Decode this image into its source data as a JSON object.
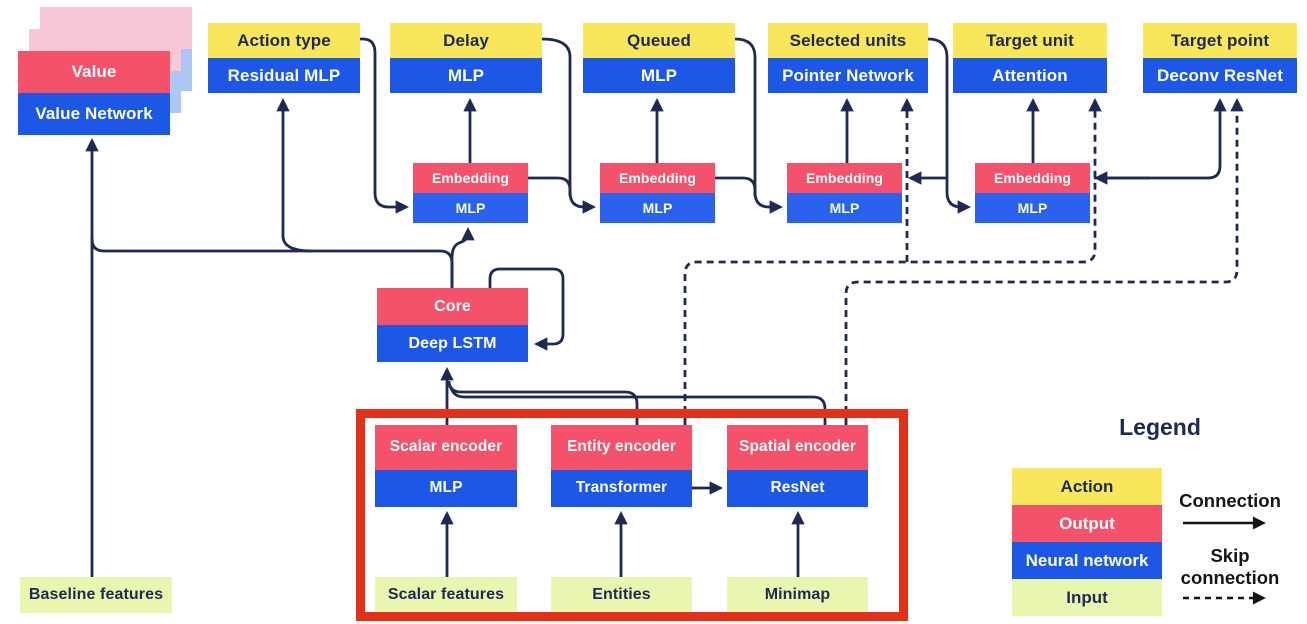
{
  "heads": [
    {
      "output": "Value",
      "network": "Value Network"
    },
    {
      "action": "Action type",
      "network": "Residual MLP"
    },
    {
      "action": "Delay",
      "network": "MLP"
    },
    {
      "action": "Queued",
      "network": "MLP"
    },
    {
      "action": "Selected units",
      "network": "Pointer Network"
    },
    {
      "action": "Target unit",
      "network": "Attention"
    },
    {
      "action": "Target point",
      "network": "Deconv ResNet"
    }
  ],
  "embeddings": [
    {
      "output": "Embedding",
      "network": "MLP"
    },
    {
      "output": "Embedding",
      "network": "MLP"
    },
    {
      "output": "Embedding",
      "network": "MLP"
    },
    {
      "output": "Embedding",
      "network": "MLP"
    }
  ],
  "core": {
    "output": "Core",
    "network": "Deep LSTM"
  },
  "encoders": [
    {
      "output": "Scalar encoder",
      "network": "MLP"
    },
    {
      "output": "Entity encoder",
      "network": "Transformer"
    },
    {
      "output": "Spatial encoder",
      "network": "ResNet"
    }
  ],
  "inputs": {
    "baseline": "Baseline features",
    "scalar": "Scalar features",
    "entities": "Entities",
    "minimap": "Minimap"
  },
  "legend": {
    "title": "Legend",
    "items": [
      {
        "label": "Action",
        "color": "#F8E75A"
      },
      {
        "label": "Output",
        "color": "#F4516B"
      },
      {
        "label": "Neural network",
        "color": "#1C57E6"
      },
      {
        "label": "Input",
        "color": "#E9F6AF"
      }
    ],
    "connection_label": "Connection",
    "skip_connection_label_1": "Skip",
    "skip_connection_label_2": "connection"
  },
  "colors": {
    "action_yellow": "#F8E75A",
    "output_pink": "#F4516B",
    "network_blue": "#1C57E6",
    "input_green": "#E9F6AF",
    "wire_navy": "#1E2A54",
    "highlight_red": "#E43019",
    "shadow_pink": "#F8C8D7",
    "shadow_blue": "#AEC6F4"
  }
}
